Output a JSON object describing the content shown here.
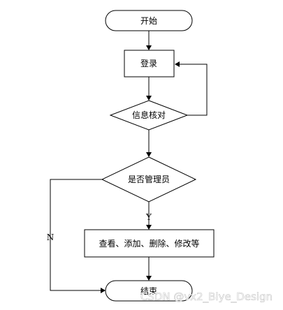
{
  "diagram": {
    "nodes": {
      "start": "开始",
      "login": "登录",
      "verify": "信息核对",
      "is_admin": "是否管理员",
      "actions": "查看、添加、删除、修改等",
      "end": "结束"
    },
    "edge_labels": {
      "yes": "Y",
      "no": "N"
    }
  },
  "watermark": "CSDN @vx2_Biye_Design",
  "colors": {
    "stroke": "#000000",
    "fill": "#ffffff"
  }
}
